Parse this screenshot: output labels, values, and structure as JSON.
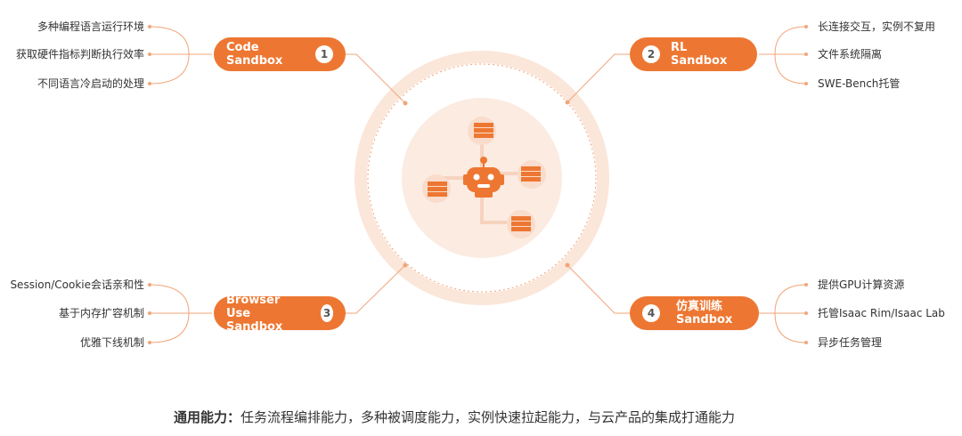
{
  "colors": {
    "accent": "#ED7732",
    "light": "#FBE6DA"
  },
  "center": {
    "icon": "robot-icon",
    "nodes": [
      "server-icon",
      "server-icon",
      "server-icon",
      "server-icon"
    ]
  },
  "sandboxes": [
    {
      "label": "Code Sandbox",
      "number": "1",
      "features": [
        "多种编程语言运行环境",
        "获取硬件指标判断执行效率",
        "不同语言冷启动的处理"
      ]
    },
    {
      "label": "RL Sandbox",
      "number": "2",
      "features": [
        "长连接交互，实例不复用",
        "文件系统隔离",
        "SWE-Bench托管"
      ]
    },
    {
      "label": "Browser Use Sandbox",
      "number": "3",
      "features": [
        "Session/Cookie会话亲和性",
        "基于内存扩容机制",
        "优雅下线机制"
      ]
    },
    {
      "label": "仿真训练 Sandbox",
      "number": "4",
      "features": [
        "提供GPU计算资源",
        "托管Isaac Rim/Isaac Lab",
        "异步任务管理"
      ]
    }
  ],
  "footer": {
    "label": "通用能力：",
    "text": "任务流程编排能力，多种被调度能力，实例快速拉起能力，与云产品的集成打通能力"
  }
}
